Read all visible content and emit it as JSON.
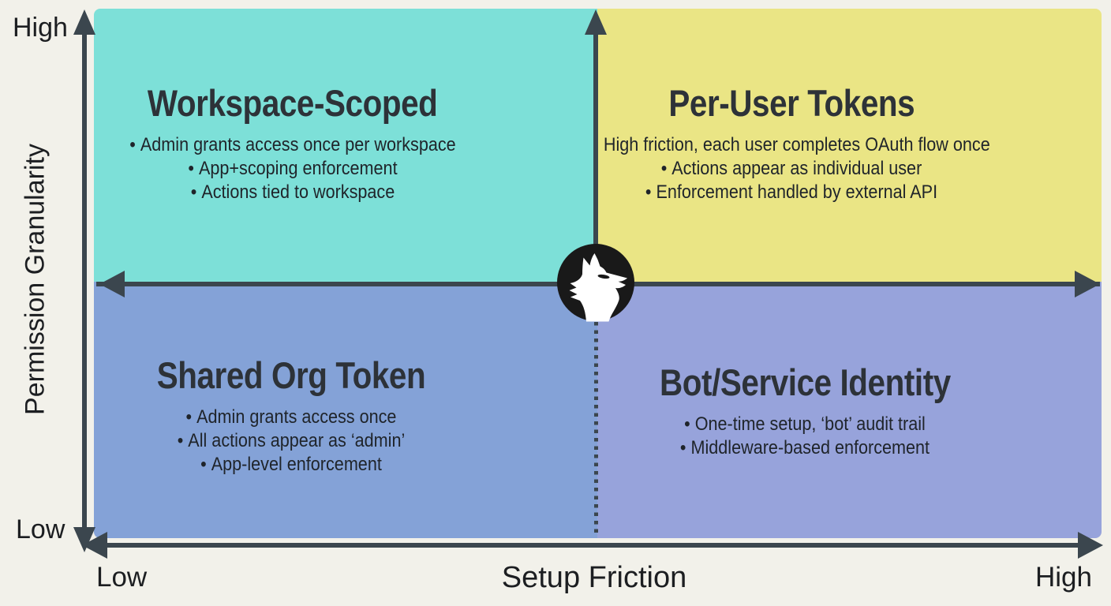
{
  "diagram": {
    "type": "quadrant-matrix",
    "axes": {
      "y_label": "Permission Granularity",
      "y_high": "High",
      "y_low": "Low",
      "x_label": "Setup Friction",
      "x_low": "Low",
      "x_high": "High"
    },
    "quadrants": {
      "top_left": {
        "title": "Workspace-Scoped",
        "bullets": [
          "Admin grants access once per workspace",
          "App+scoping enforcement",
          "Actions tied to workspace"
        ],
        "color": "#7de0d8"
      },
      "top_right": {
        "title": "Per-User Tokens",
        "bullets": [
          "High friction, each user completes OAuth flow once",
          "Actions appear as individual user",
          "Enforcement handled by external API"
        ],
        "color": "#eae585"
      },
      "bottom_left": {
        "title": "Shared Org Token",
        "bullets": [
          "Admin grants access once",
          "All actions appear as ‘admin’",
          "App-level enforcement"
        ],
        "color": "#84a2d7"
      },
      "bottom_right": {
        "title": "Bot/Service Identity",
        "bullets": [
          "One-time setup, ‘bot’ audit trail",
          "Middleware-based enforcement"
        ],
        "color": "#97a3db"
      }
    },
    "center_logo": {
      "icon": "wolf-icon",
      "circle_color": "#191919",
      "figure_color": "#ffffff"
    },
    "colors": {
      "background": "#f2f1ea",
      "line": "#3b464e",
      "title_text": "#2d3238",
      "bullet_text": "#1f242a"
    }
  }
}
